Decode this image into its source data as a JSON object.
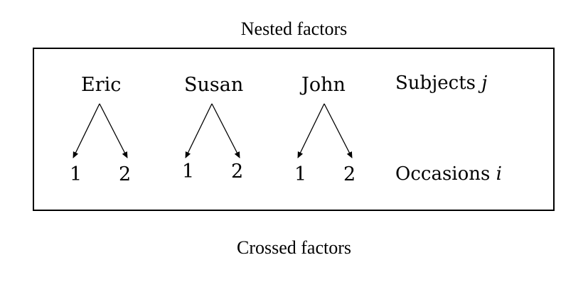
{
  "titles": {
    "top": "Nested factors",
    "bottom": "Crossed factors"
  },
  "subjects": [
    {
      "name": "Eric",
      "occasions": [
        "1",
        "2"
      ]
    },
    {
      "name": "Susan",
      "occasions": [
        "1",
        "2"
      ]
    },
    {
      "name": "John",
      "occasions": [
        "1",
        "2"
      ]
    }
  ],
  "row_labels": {
    "subjects": {
      "text": "Subjects",
      "variable": "j"
    },
    "occasions": {
      "text": "Occasions",
      "variable": "i"
    }
  }
}
